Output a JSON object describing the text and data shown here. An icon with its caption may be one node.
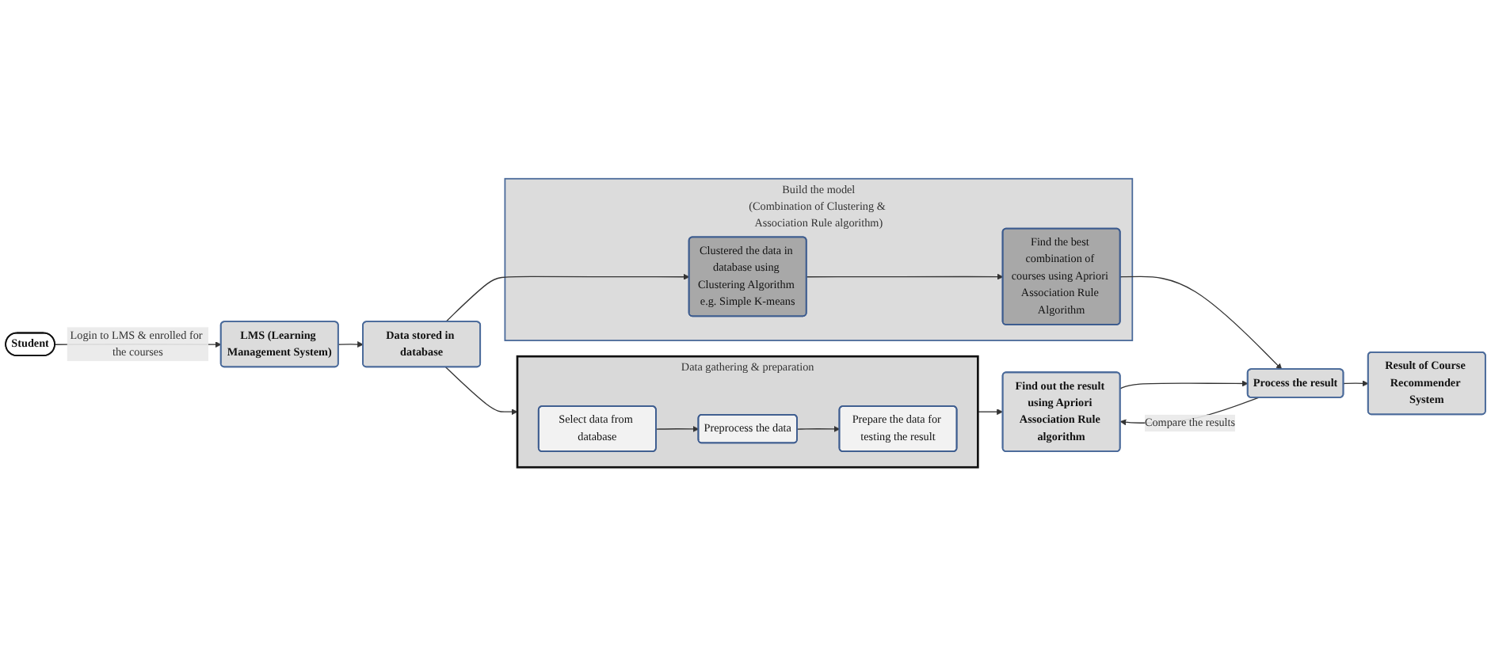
{
  "diagram": {
    "nodes": [
      {
        "text": [
          "Student"
        ]
      },
      {
        "text": [
          "LMS (Learning Management System)"
        ]
      },
      {
        "text": [
          "Data stored in database"
        ]
      },
      {
        "text": [
          "Data gathering & preparation"
        ]
      },
      {
        "text": [
          "Select data from database"
        ],
        "in": 3
      },
      {
        "text": [
          "Preprocess the data"
        ],
        "in": 3
      },
      {
        "text": [
          "Prepare the data for testing the result"
        ],
        "in": 3
      },
      {
        "text": [
          "Find out the result using Apriori Association Rule algorithm"
        ]
      },
      {
        "text": [
          "Result of Course Recommender System"
        ]
      },
      {
        "text": [
          "Process the result"
        ]
      },
      {
        "text": [
          "Build the model",
          "(Combination of Clustering & Association Rule algorithm)"
        ]
      },
      {
        "text": [
          "Find the best combination of courses using Apriori Association Rule Algorithm"
        ],
        "in": 10
      },
      {
        "text": [
          "Clustered the data in database using Clustering Algorithm e.g. Simple K-means"
        ],
        "in": 10
      }
    ],
    "edges": [
      {
        "from": 0,
        "to": 1,
        "arrow": "to",
        "label": "Login to LMS & enrolled for the courses"
      },
      {
        "from": 1,
        "to": 2,
        "arrow": "to"
      },
      {
        "from": 2,
        "to": 3,
        "arrow": "to"
      },
      {
        "from": 4,
        "to": 5,
        "arrow": "to"
      },
      {
        "from": 5,
        "to": 6,
        "arrow": "to"
      },
      {
        "from": 3,
        "to": 7,
        "arrow": "to"
      },
      {
        "from": 2,
        "to": 12,
        "arrow": "to"
      },
      {
        "from": 12,
        "to": 11,
        "arrow": "to"
      },
      {
        "from": 11,
        "to": 9,
        "arrow": "to"
      },
      {
        "from": 9,
        "to": 8,
        "arrow": "to"
      },
      {
        "from": 9,
        "to": 7,
        "arrow": "to",
        "label": "Compare the results"
      },
      {
        "from": 7,
        "to": 9,
        "arrow": "to"
      }
    ]
  }
}
